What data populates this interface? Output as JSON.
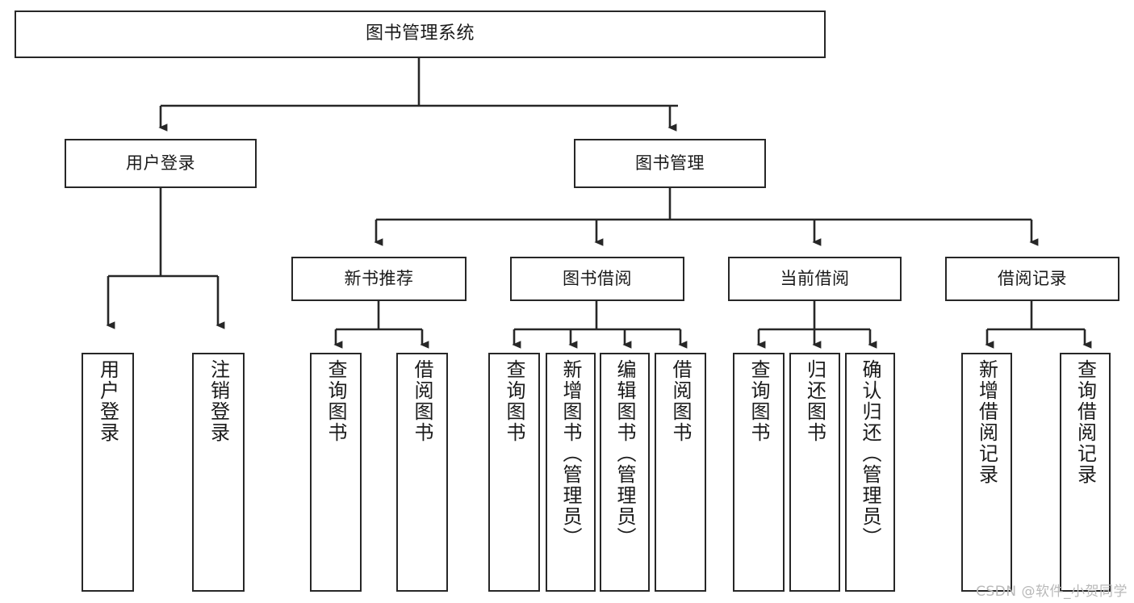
{
  "diagram": {
    "title": "图书管理系统",
    "type": "tree-structure-chart",
    "watermark": "CSDN @软件_小贺同学",
    "colors": {
      "box_border": "#272727",
      "box_fill": "#ffffff",
      "text": "#1a1a1a",
      "edge": "#272727",
      "watermark": "#b9b9b9",
      "background": "#ffffff"
    },
    "nodes": {
      "root": {
        "label": "图书管理系统"
      },
      "level1": [
        {
          "label": "用户登录"
        },
        {
          "label": "图书管理"
        }
      ],
      "level2": [
        {
          "label": "新书推荐"
        },
        {
          "label": "图书借阅"
        },
        {
          "label": "当前借阅"
        },
        {
          "label": "借阅记录"
        }
      ],
      "leaves_login": [
        {
          "label": "用户登录"
        },
        {
          "label": "注销登录"
        }
      ],
      "leaves_recommend": [
        {
          "label": "查询图书"
        },
        {
          "label": "借阅图书"
        }
      ],
      "leaves_borrow": [
        {
          "label": "查询图书"
        },
        {
          "label": "新增图书（管理员）"
        },
        {
          "label": "编辑图书（管理员）"
        },
        {
          "label": "借阅图书"
        }
      ],
      "leaves_current": [
        {
          "label": "查询图书"
        },
        {
          "label": "归还图书"
        },
        {
          "label": "确认归还（管理员）"
        }
      ],
      "leaves_records": [
        {
          "label": "新增借阅记录"
        },
        {
          "label": "查询借阅记录"
        }
      ]
    }
  }
}
